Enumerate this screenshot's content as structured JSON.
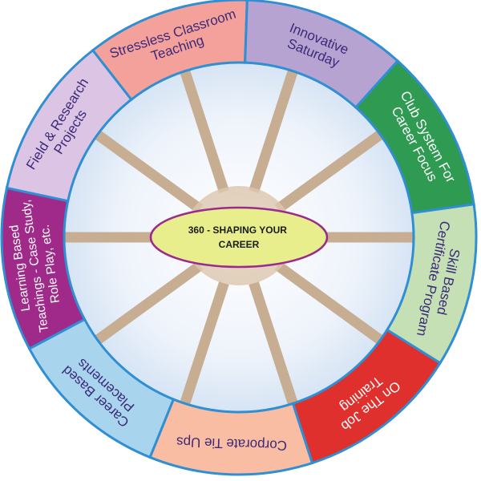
{
  "center": {
    "lines": [
      "360 - SHAPING YOUR",
      "CAREER"
    ]
  },
  "segments": [
    {
      "lines": [
        "Stressless Classroom",
        "Teaching"
      ],
      "color": "#f4a19b"
    },
    {
      "lines": [
        "Innovative",
        "Saturday"
      ],
      "color": "#b7a3d2"
    },
    {
      "lines": [
        "Club System For",
        "Career Focus"
      ],
      "color": "#2e9a52"
    },
    {
      "lines": [
        "Skill Based",
        "Certificate Program"
      ],
      "color": "#c4e0b4"
    },
    {
      "lines": [
        "On The Job",
        "Training"
      ],
      "color": "#e0302e"
    },
    {
      "lines": [
        "Corporate Tie Ups"
      ],
      "color": "#f8bda3"
    },
    {
      "lines": [
        "Career Based",
        "Placements"
      ],
      "color": "#a9d4ee"
    },
    {
      "lines": [
        "Learning Based",
        "Teachings - Case Study,",
        "Role Play, etc."
      ],
      "color": "#a02a8a"
    },
    {
      "lines": [
        "Field & Research",
        "Projects"
      ],
      "color": "#dcc4e4"
    }
  ],
  "colors": {
    "rim_stroke": "#2f8fd2",
    "hub_fill": "#e8ee8c",
    "hub_stroke": "#9a2a8e",
    "spoke": "#c7ae92"
  }
}
